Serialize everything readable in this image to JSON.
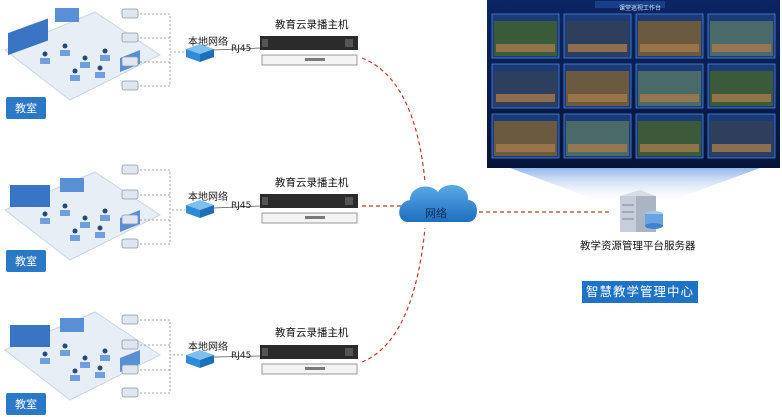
{
  "rooms": [
    {
      "label": "教室",
      "network_label": "本地网络",
      "port_label": "RJ45",
      "host_title": "教育云录播主机"
    },
    {
      "label": "教室",
      "network_label": "本地网络",
      "port_label": "RJ45",
      "host_title": "教育云录播主机"
    },
    {
      "label": "教室",
      "network_label": "本地网络",
      "port_label": "RJ45",
      "host_title": "教育云录播主机"
    }
  ],
  "cloud": {
    "label": "网络"
  },
  "server": {
    "label": "教学资源管理平台服务器"
  },
  "center": {
    "label": "智慧教学管理中心"
  },
  "video_wall": {
    "title": "课堂巡视工作台",
    "tiles": 12
  },
  "colors": {
    "accent": "#1f73c7",
    "link": "#c0392b",
    "wall_bg": "#0a1d4a"
  }
}
